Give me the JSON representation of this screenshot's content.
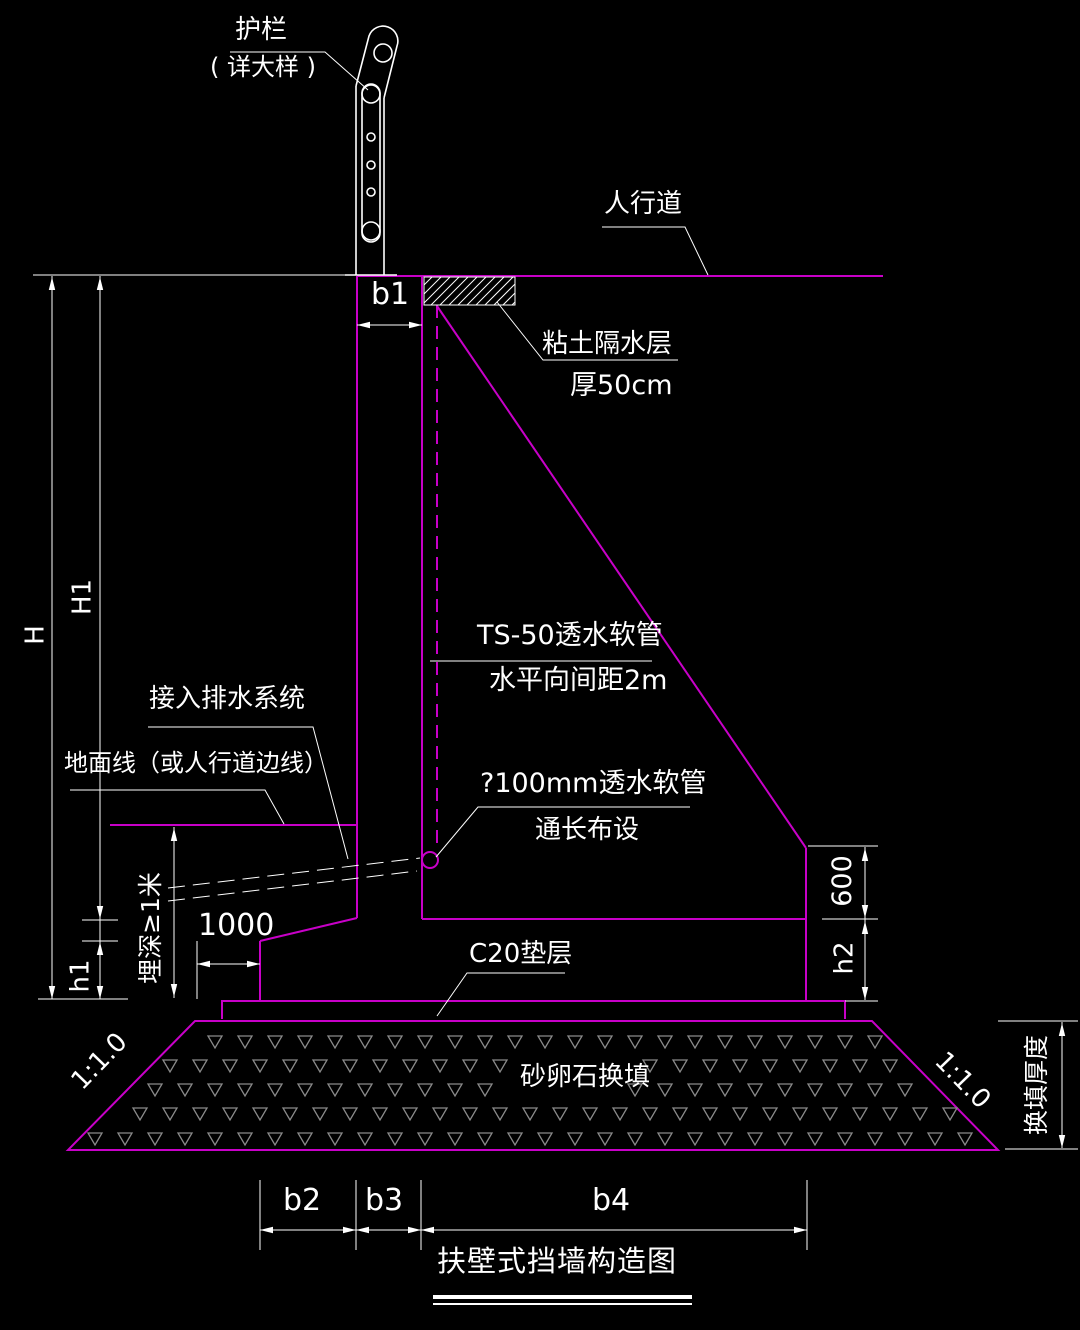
{
  "drawing_title": "扶壁式挡墙构造图",
  "annotations": {
    "railing_line1": "护栏",
    "railing_line2": "( 详大样 )",
    "sidewalk": "人行道",
    "clay_layer_line1": "粘土隔水层",
    "clay_layer_line2": "厚50cm",
    "ts50_line1": "TS-50透水软管",
    "ts50_line2": "水平向间距2m",
    "drainage": "接入排水系统",
    "ground_line": "地面线（或人行道边线）",
    "pipe_line1": "?100mm透水软管",
    "pipe_line2": "通长布设",
    "burial_depth": "埋深≥1米",
    "cushion": "C20垫层",
    "gravel_fill": "砂卵石换填",
    "slope_left": "1:1.0",
    "slope_right": "1:1.0",
    "fill_thickness": "换填厚度"
  },
  "dimensions": {
    "H": "H",
    "H1": "H1",
    "h1": "h1",
    "h2": "h2",
    "b1": "b1",
    "b2": "b2",
    "b3": "b3",
    "b4": "b4",
    "top_600": "600",
    "toe_1000": "1000"
  },
  "colors": {
    "background": "#000000",
    "structure_line": "#c800c8",
    "annotation_line": "#ffffff",
    "text": "#ffffff",
    "fill_pattern": "#8a8a8a"
  }
}
